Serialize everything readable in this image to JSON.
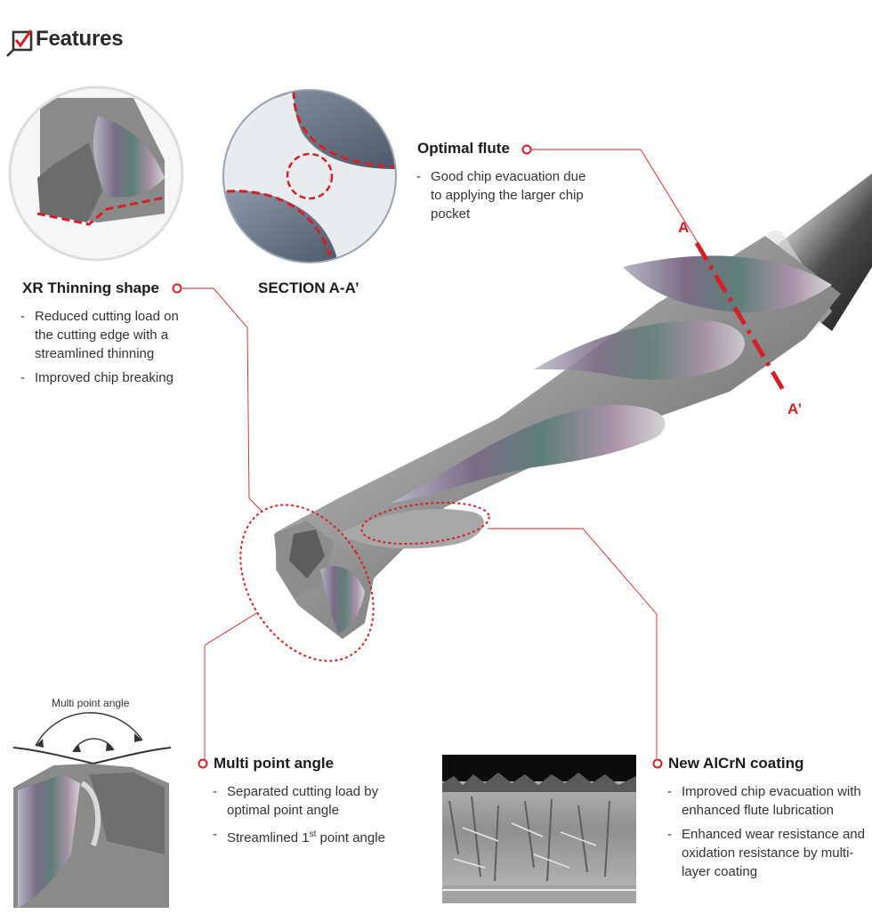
{
  "header": {
    "title": "Features",
    "icon": "checkbox-check-icon"
  },
  "colors": {
    "accent": "#d32027",
    "text": "#222222"
  },
  "section": {
    "label": "SECTION A-A’"
  },
  "markers": {
    "a": "A",
    "a_prime": "A’"
  },
  "features": {
    "optimal_flute": {
      "title": "Optimal flute",
      "bullets": [
        "Good chip evacuation due to applying the larger chip pocket"
      ]
    },
    "xr_thinning": {
      "title": "XR Thinning shape",
      "bullets": [
        "Reduced cutting load on the cutting edge with a streamlined thinning",
        "Improved chip breaking"
      ]
    },
    "multi_point": {
      "title": "Multi point angle",
      "bullets": [
        "Separated cutting load by optimal point angle"
      ],
      "bullet2_pre": "Streamlined 1",
      "bullet2_sup": "st",
      "bullet2_post": " point angle",
      "diagram_label": "Multi point angle"
    },
    "coating": {
      "title": "New AlCrN coating",
      "bullets": [
        "Improved chip evacuation with enhanced flute lubrication",
        "Enhanced wear resistance and oxidation resistance by multi-layer coating"
      ]
    }
  }
}
